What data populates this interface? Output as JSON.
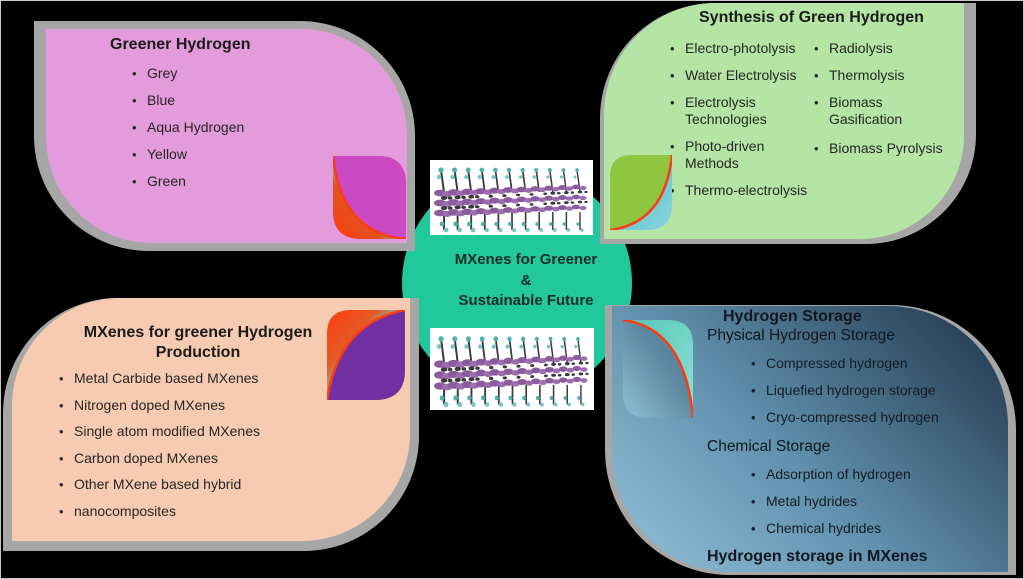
{
  "center": {
    "line1": "MXenes for Greener",
    "line2": "&",
    "line3": "Sustainable Future"
  },
  "greener_hydrogen": {
    "title": "Greener Hydrogen",
    "items": [
      "Grey",
      "Blue",
      "Aqua Hydrogen",
      "Yellow",
      "Green"
    ]
  },
  "synthesis": {
    "title": "Synthesis of Green Hydrogen",
    "col1": [
      "Electro-photolysis",
      "Water Electrolysis",
      "Electrolysis Technologies",
      "Photo-driven Methods",
      "Thermo-electrolysis"
    ],
    "col2": [
      "Radiolysis",
      "Thermolysis",
      "Biomass Gasification",
      "Biomass Pyrolysis"
    ]
  },
  "production": {
    "title_line1": "MXenes for greener Hydrogen",
    "title_line2": "Production",
    "items": [
      "Metal Carbide based MXenes",
      "Nitrogen doped MXenes",
      "Single atom modified MXenes",
      "Carbon doped MXenes",
      "Other MXene based hybrid",
      "nanocomposites"
    ]
  },
  "storage": {
    "title": "Hydrogen Storage",
    "physical": {
      "heading": "Physical Hydrogen Storage",
      "items": [
        "Compressed hydrogen",
        "Liquefied hydrogen storage",
        "Cryo-compressed hydrogen"
      ]
    },
    "chemical": {
      "heading": "Chemical Storage",
      "items": [
        "Adsorption of hydrogen",
        "Metal hydrides",
        "Chemical hydrides"
      ]
    },
    "footer": "Hydrogen storage in MXenes"
  },
  "colors": {
    "hub": "#21c89c",
    "pink": "#e39bdb",
    "green": "#b4e5a4",
    "peach": "#f7cbb1",
    "storage_dark": "#1d3146",
    "storage_light": "#93c2da",
    "border": "#a6a6a6"
  }
}
